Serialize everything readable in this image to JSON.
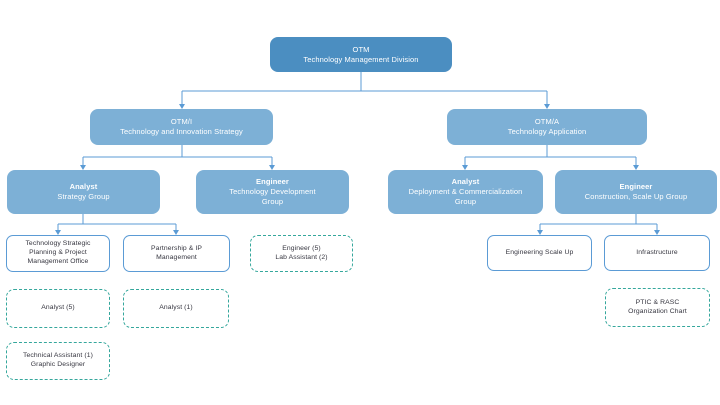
{
  "diagram": {
    "type": "org-chart",
    "colors": {
      "level1_fill": "#4b8ec1",
      "level2_fill": "#7db0d6",
      "outline_border": "#5b9bd5",
      "dashed_border": "#35a79c",
      "box_text_light": "#ffffff",
      "box_text_dark": "#35353f",
      "connector": "#5b9bd5",
      "background": "#ffffff"
    },
    "nodes": {
      "otm": {
        "line1": "OTM",
        "line2": "Technology Management Division"
      },
      "otmi": {
        "line1": "OTM/I",
        "line2": "Technology and Innovation Strategy"
      },
      "otma": {
        "line1": "OTM/A",
        "line2": "Technology Application"
      },
      "analyst_strategy": {
        "line1": "Analyst",
        "line2": "Strategy Group"
      },
      "engineer_techdev": {
        "line1": "Engineer",
        "line2": "Technology Development Group"
      },
      "analyst_deploy": {
        "line1": "Analyst",
        "line2": "Deployment & Commercialization Group"
      },
      "engineer_construction": {
        "line1": "Engineer",
        "line2": "Construction, Scale Up Group"
      },
      "tspmo": {
        "line1": "Technology Strategic Planning & Project Management Office"
      },
      "partnership": {
        "line1": "Partnership & IP Management"
      },
      "eng_lab": {
        "line1": "Engineer (5)",
        "line2": "Lab Assistant (2)"
      },
      "scaleup": {
        "line1": "Engineering Scale Up"
      },
      "infrastructure": {
        "line1": "Infrastructure"
      },
      "analyst5": {
        "line1": "Analyst (5)"
      },
      "analyst1": {
        "line1": "Analyst (1)"
      },
      "ptic": {
        "line1": "PTIC & RASC",
        "line2": "Organization Chart"
      },
      "tech_assistant": {
        "line1": "Technical Assistant (1)",
        "line2": "Graphic Designer"
      }
    }
  }
}
